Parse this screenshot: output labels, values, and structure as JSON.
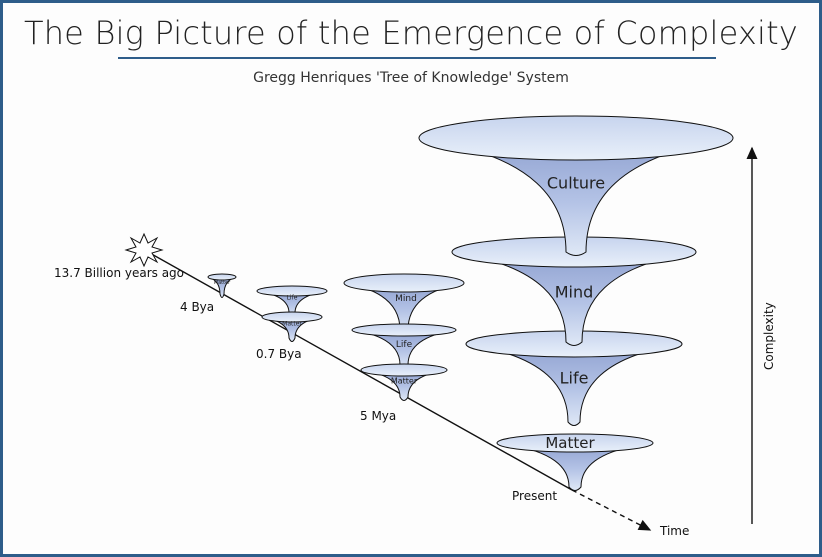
{
  "title": "The Big Picture of the Emergence of Complexity",
  "subtitle": "Gregg Henriques 'Tree of Knowledge' System",
  "timeline": {
    "start_label": "13.7 Billion years ago",
    "markers": [
      "4 Bya",
      "0.7 Bya",
      "5 Mya",
      "Present"
    ],
    "time_label": "Time"
  },
  "axis": {
    "complexity_label": "Complexity"
  },
  "stages": [
    {
      "id": "4-bya",
      "funnels": [
        "Matter"
      ]
    },
    {
      "id": "0.7-bya",
      "funnels": [
        "Life",
        "Matter"
      ]
    },
    {
      "id": "5-mya",
      "funnels": [
        "Mind",
        "Life",
        "Matter"
      ]
    },
    {
      "id": "present",
      "funnels": [
        "Culture",
        "Mind",
        "Life",
        "Matter"
      ]
    }
  ],
  "colors": {
    "border": "#2e5d8a",
    "funnel_dark": "#7f93c8",
    "funnel_mid": "#a9b9e0",
    "funnel_light": "#d8e4f4",
    "line": "#111111"
  }
}
